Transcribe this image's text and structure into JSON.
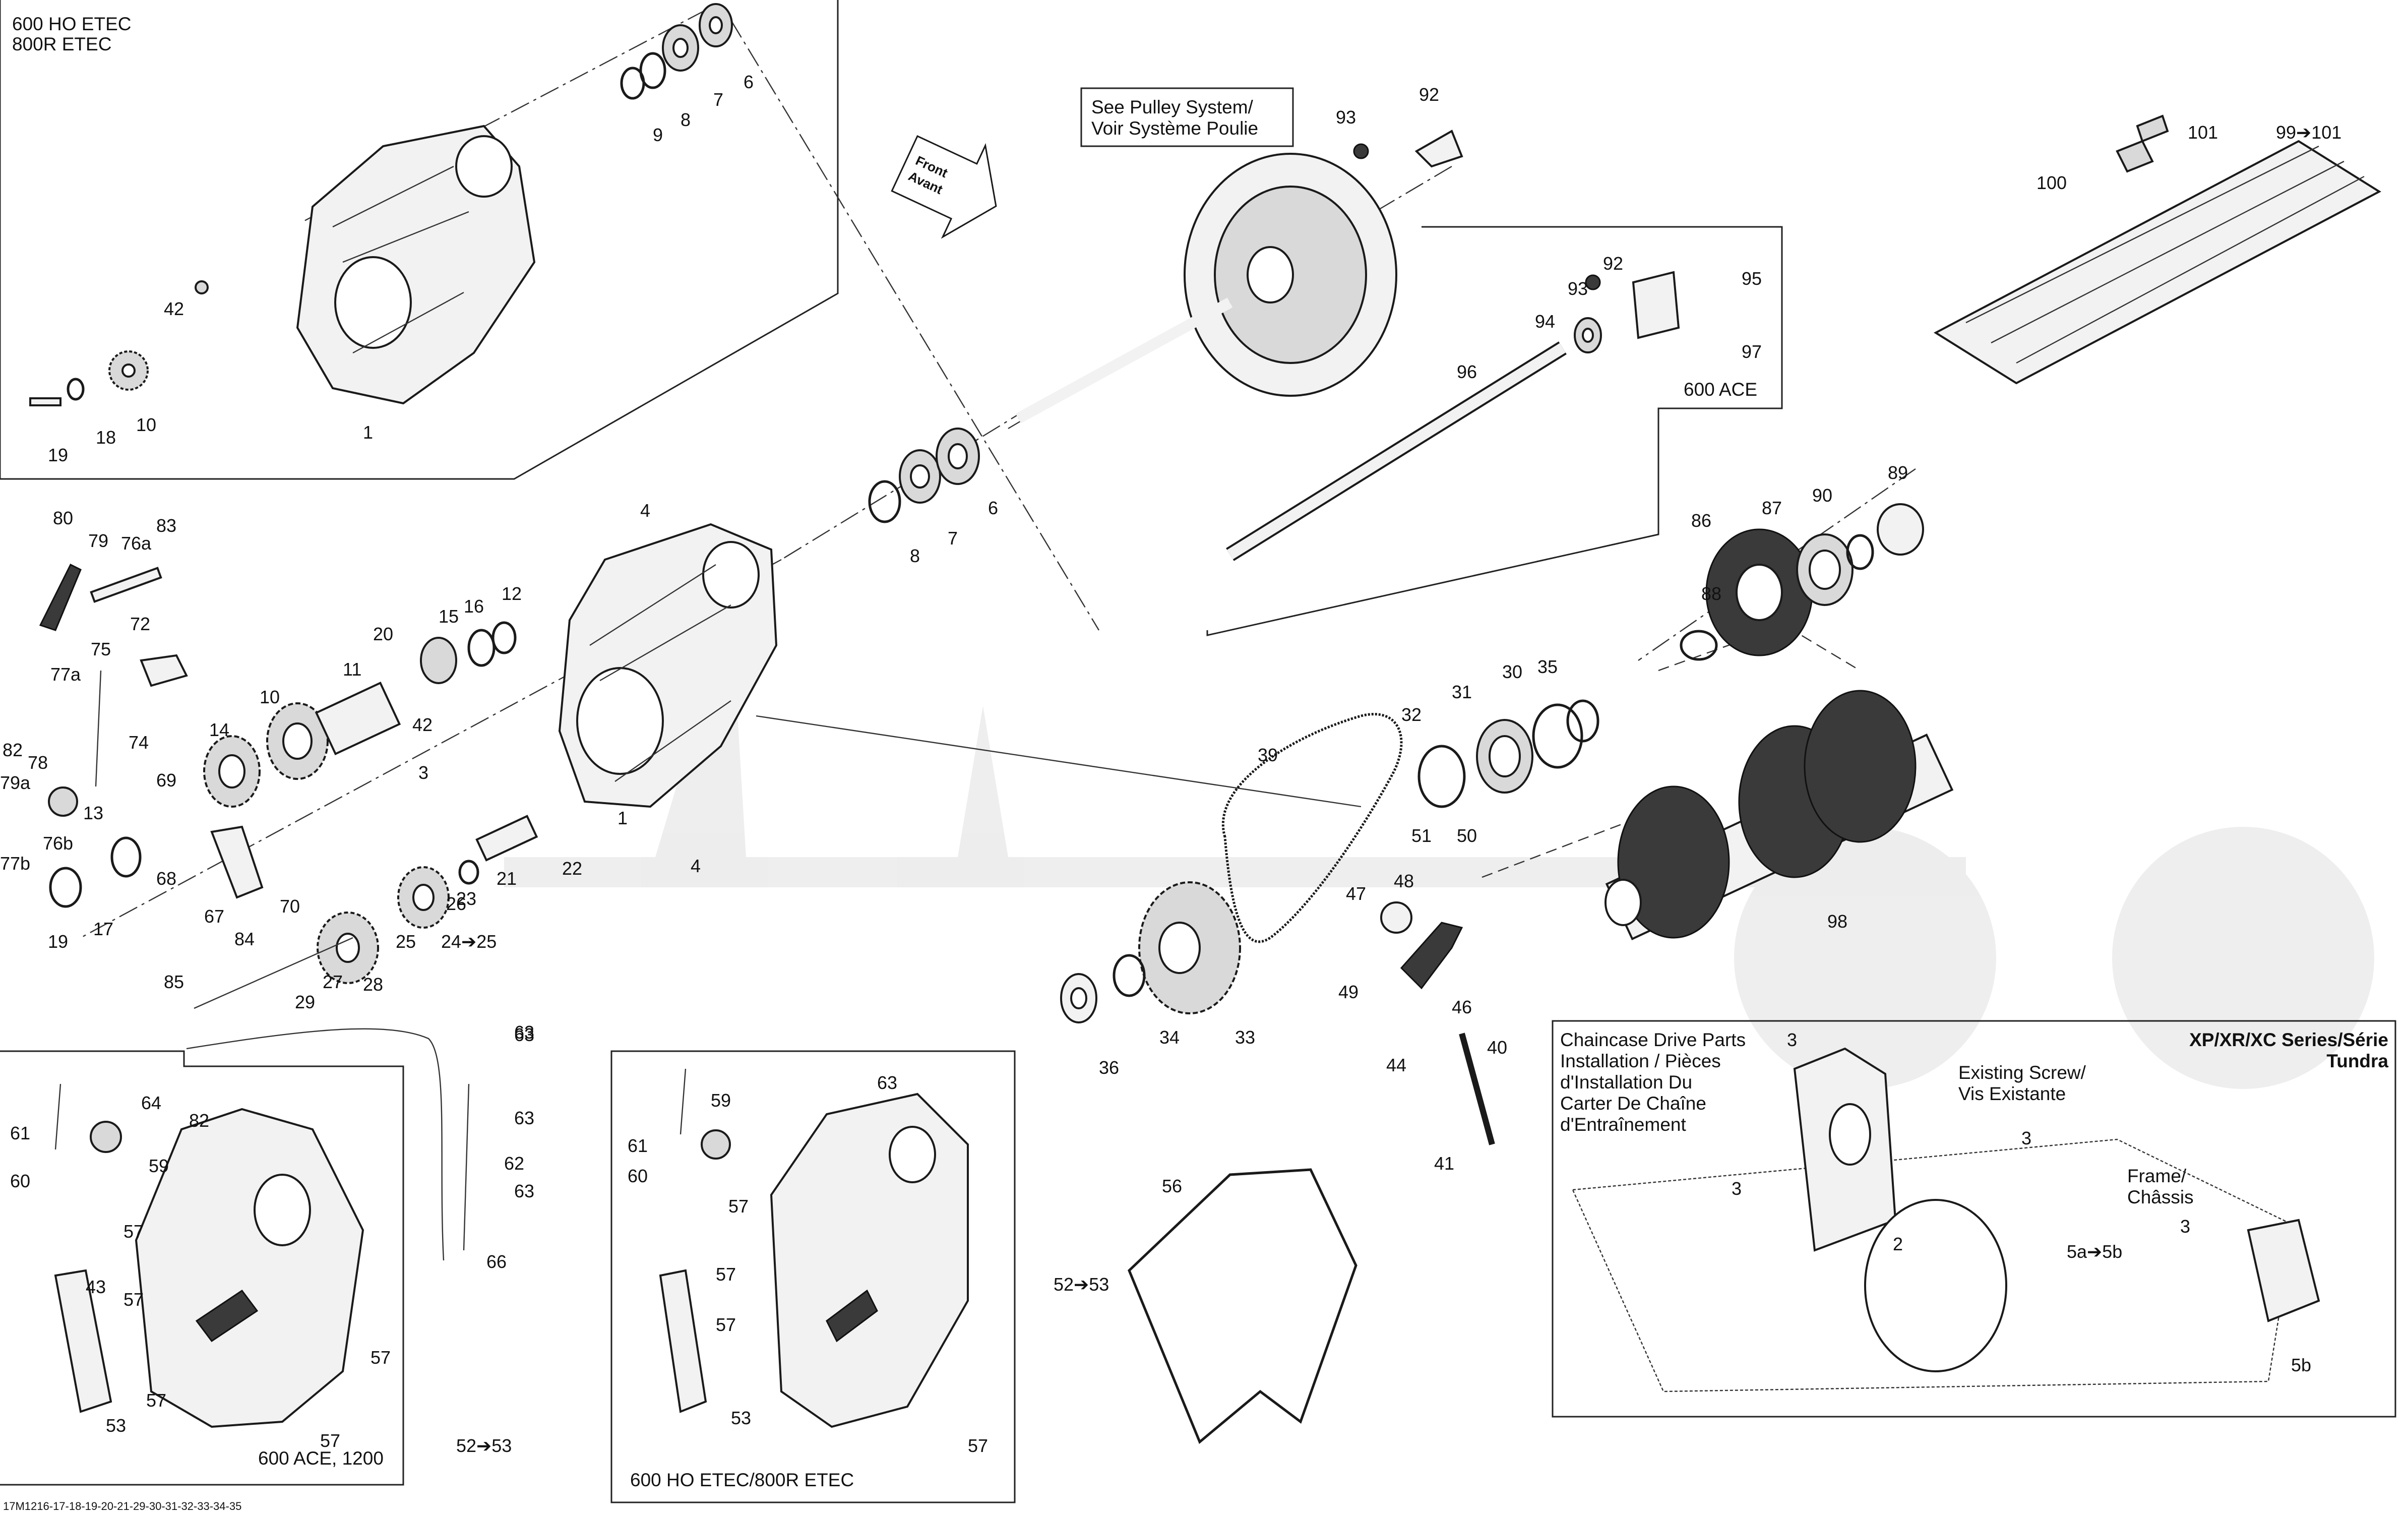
{
  "boxes": {
    "top_left_title_1": "600 HO ETEC",
    "top_left_title_2": "800R ETEC",
    "ace_box_label": "600 ACE",
    "bottom_left_title": "600 ACE, 1200",
    "bottom_middle_title": "600 HO ETEC/800R ETEC",
    "install_box_title_1": "Chaincase Drive Parts",
    "install_box_title_2": "Installation / Pièces",
    "install_box_title_3": "d'Installation Du",
    "install_box_title_4": "Carter De Chaîne",
    "install_box_title_5": "d'Entraînement",
    "series_title_1": "XP/XR/XC Series/Série",
    "series_title_2": "Tundra",
    "existing_screw_1": "Existing Screw/",
    "existing_screw_2": "Vis Existante",
    "frame_1": "Frame/",
    "frame_2": "Châssis",
    "pulley_note_1": "See Pulley System/",
    "pulley_note_2": "Voir Système Poulie",
    "front_arrow_1": "Front",
    "front_arrow_2": "Avant"
  },
  "footer_code": "17M1216-17-18-19-20-21-29-30-31-32-33-34-35",
  "callouts": [
    "6",
    "7",
    "8",
    "9",
    "42",
    "10",
    "18",
    "19",
    "1",
    "92",
    "93",
    "92",
    "93",
    "95",
    "94",
    "97",
    "96",
    "101",
    "100",
    "99➔101",
    "6",
    "7",
    "8",
    "4",
    "80",
    "79",
    "76a",
    "83",
    "75",
    "72",
    "77a",
    "82",
    "78",
    "74",
    "79a",
    "76b",
    "77b",
    "69",
    "13",
    "68",
    "19",
    "17",
    "67",
    "14",
    "10",
    "11",
    "20",
    "15",
    "16",
    "12",
    "3",
    "42",
    "70",
    "84",
    "85",
    "29",
    "27",
    "28",
    "26",
    "25",
    "24➔25",
    "21",
    "22",
    "23",
    "1",
    "4",
    "63",
    "89",
    "86",
    "87",
    "90",
    "88",
    "35",
    "30",
    "31",
    "32",
    "39",
    "98",
    "51",
    "50",
    "47",
    "48",
    "49",
    "46",
    "44",
    "40",
    "41",
    "33",
    "34",
    "36",
    "64",
    "61",
    "60",
    "59",
    "82",
    "57",
    "43",
    "57",
    "57",
    "53",
    "57",
    "57",
    "52➔53",
    "63",
    "62",
    "63",
    "63",
    "66",
    "59",
    "61",
    "60",
    "63",
    "57",
    "57",
    "57",
    "53",
    "57",
    "52➔53",
    "56",
    "3",
    "3",
    "3",
    "2",
    "5a➔5b",
    "3",
    "5b"
  ]
}
